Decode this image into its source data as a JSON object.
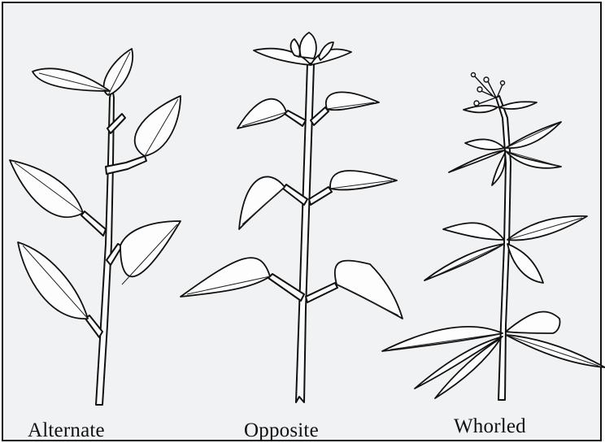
{
  "labels": {
    "alternate": "Alternate",
    "opposite": "Opposite",
    "whorled": "Whorled"
  }
}
